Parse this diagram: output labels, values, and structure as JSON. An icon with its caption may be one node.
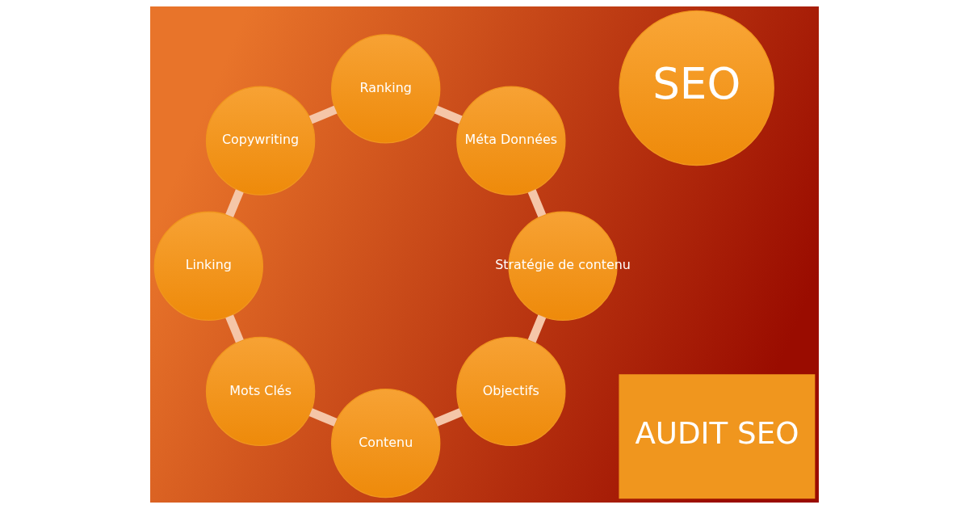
{
  "diagram": {
    "nodes": [
      {
        "text": [
          "AUDIT SEO"
        ]
      },
      {
        "text": [
          "Objectifs"
        ]
      },
      {
        "text": [
          "Contenu"
        ]
      },
      {
        "text": [
          "Mots Clés"
        ]
      },
      {
        "text": [
          "Linking"
        ]
      },
      {
        "text": [
          "Copywriting"
        ]
      },
      {
        "text": [
          "Ranking"
        ]
      },
      {
        "text": [
          "Méta Données"
        ]
      },
      {
        "text": [
          "Stratégie de contenu"
        ]
      },
      {
        "text": [
          "SEO"
        ]
      }
    ],
    "edges": [
      {
        "from": 1,
        "to": 2,
        "arrow": "none"
      },
      {
        "from": 2,
        "to": 3,
        "arrow": "none"
      },
      {
        "from": 3,
        "to": 4,
        "arrow": "none"
      },
      {
        "from": 4,
        "to": 5,
        "arrow": "none"
      },
      {
        "from": 5,
        "to": 6,
        "arrow": "none"
      },
      {
        "from": 6,
        "to": 7,
        "arrow": "none"
      },
      {
        "from": 7,
        "to": 8,
        "arrow": "none"
      },
      {
        "from": 8,
        "to": 1,
        "arrow": "none"
      }
    ]
  }
}
